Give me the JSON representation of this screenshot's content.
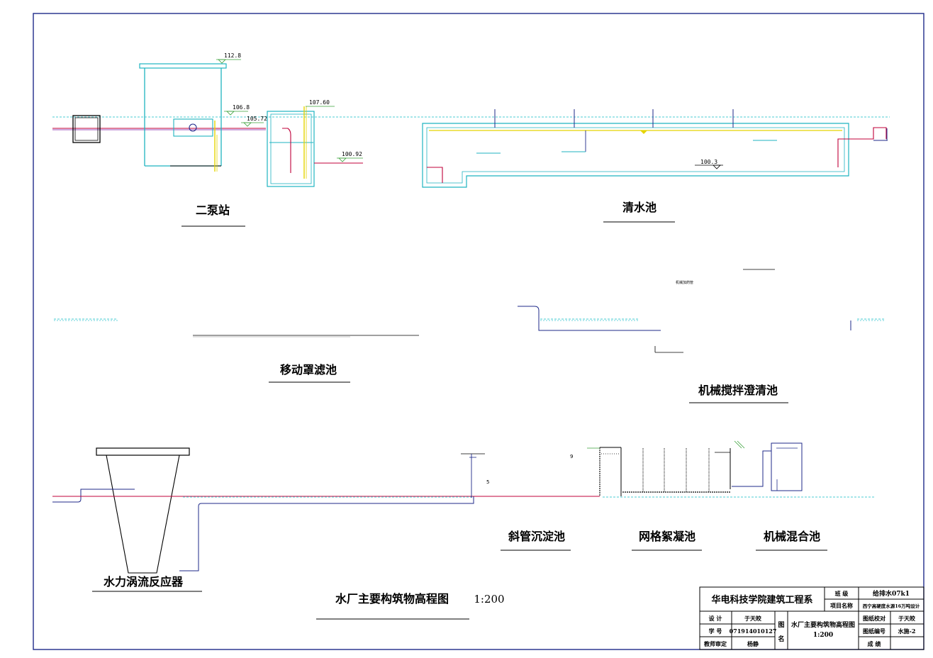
{
  "structures": {
    "pump_station": "二泵站",
    "clear_well": "清水池",
    "filter": "移动罩滤池",
    "clarifier": "机械搅拌澄清池",
    "vortex_reactor": "水力涡流反应器",
    "tube_settler": "斜管沉淀池",
    "grid_flocculation": "网格絮凝池",
    "mech_mixing": "机械混合池"
  },
  "elevations": {
    "e1": "112.8",
    "e2": "106.8",
    "e3": "105.72",
    "e4": "107.60",
    "e5": "100.92",
    "e6": "100.3"
  },
  "misc": {
    "small_note": "机械加药管",
    "num_5": "5",
    "num_9": "9"
  },
  "drawing_title": "水厂主要构筑物高程图",
  "scale": "1:200",
  "title_block": {
    "school": "华电科技学院建筑工程系",
    "class_label": "班    级",
    "class_value": "给排水07k1",
    "project_label": "项目名称",
    "project_value": "西宁高硬度水源16万吨设计",
    "design_label": "设    计",
    "design_value": "于天皎",
    "id_label": "学    号",
    "id_value": "071914010127",
    "review_label": "教师审定",
    "review_value": "杨静",
    "name_label_1": "图",
    "name_label_2": "名",
    "name_value": "水厂主要构筑物高程图",
    "name_scale": "1:200",
    "check_label": "图纸校对",
    "check_value": "于天皎",
    "no_label": "图纸编号",
    "no_value": "水施-2",
    "grade_label": "成    绩",
    "grade_value": ""
  }
}
